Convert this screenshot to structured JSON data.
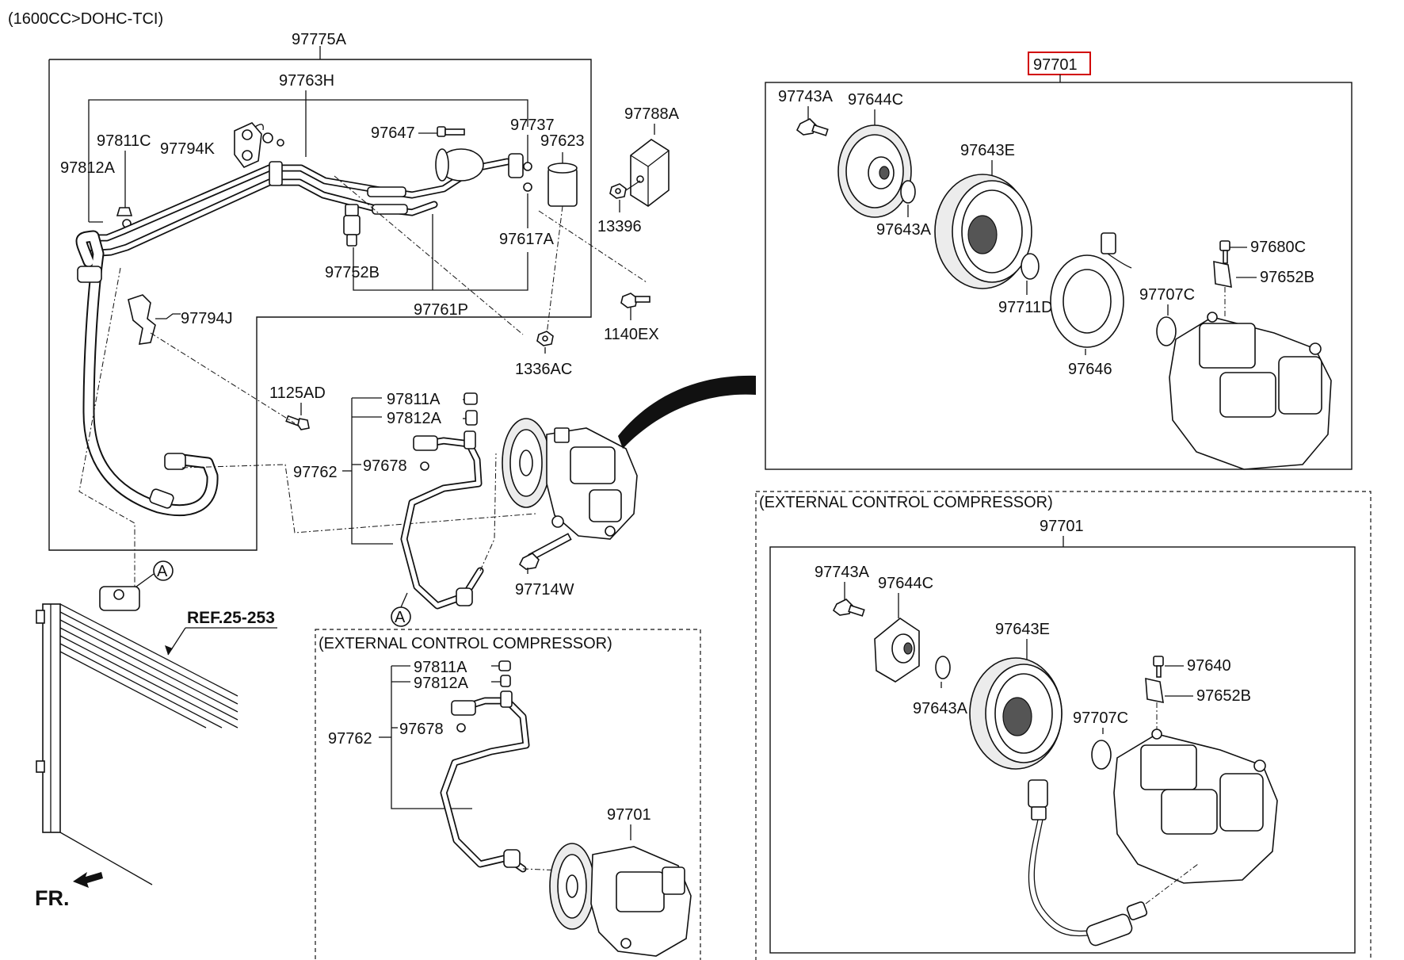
{
  "diagram": {
    "engine_label": "(1600CC>DOHC-TCI)",
    "reference_label": "REF.25-253",
    "front_label": "FR.",
    "section_titles": {
      "external_control_left": "(EXTERNAL CONTROL COMPRESSOR)",
      "external_control_right": "(EXTERNAL CONTROL COMPRESSOR)"
    },
    "callout_markers": [
      "A",
      "A"
    ],
    "highlighted_part": "97701",
    "highlight_color": "#d10000",
    "part_labels": {
      "p97775A": "97775A",
      "p97763H": "97763H",
      "p97811C": "97811C",
      "p97794K": "97794K",
      "p97812A": "97812A",
      "p97647": "97647",
      "p97737": "97737",
      "p97623": "97623",
      "p97788A": "97788A",
      "p97617A": "97617A",
      "p13396": "13396",
      "p97752B": "97752B",
      "p97761P": "97761P",
      "p97794J": "97794J",
      "p1140EX": "1140EX",
      "p1336AC": "1336AC",
      "p1125AD": "1125AD",
      "p97811A_main": "97811A",
      "p97812A_main": "97812A",
      "p97762_main": "97762",
      "p97678_main": "97678",
      "p97714W": "97714W",
      "p97811A_ext": "97811A",
      "p97812A_ext": "97812A",
      "p97762_ext": "97762",
      "p97678_ext": "97678",
      "p97701_ext_left": "97701",
      "p97701_top": "97701",
      "p97743A_top": "97743A",
      "p97644C_top": "97644C",
      "p97643E_top": "97643E",
      "p97643A_top": "97643A",
      "p97680C": "97680C",
      "p97652B_top": "97652B",
      "p97707C_top": "97707C",
      "p97711D": "97711D",
      "p97646": "97646",
      "p97701_ext_right": "97701",
      "p97743A_ext": "97743A",
      "p97644C_ext": "97644C",
      "p97643E_ext": "97643E",
      "p97643A_ext": "97643A",
      "p97640": "97640",
      "p97652B_ext": "97652B",
      "p97707C_ext": "97707C"
    }
  }
}
